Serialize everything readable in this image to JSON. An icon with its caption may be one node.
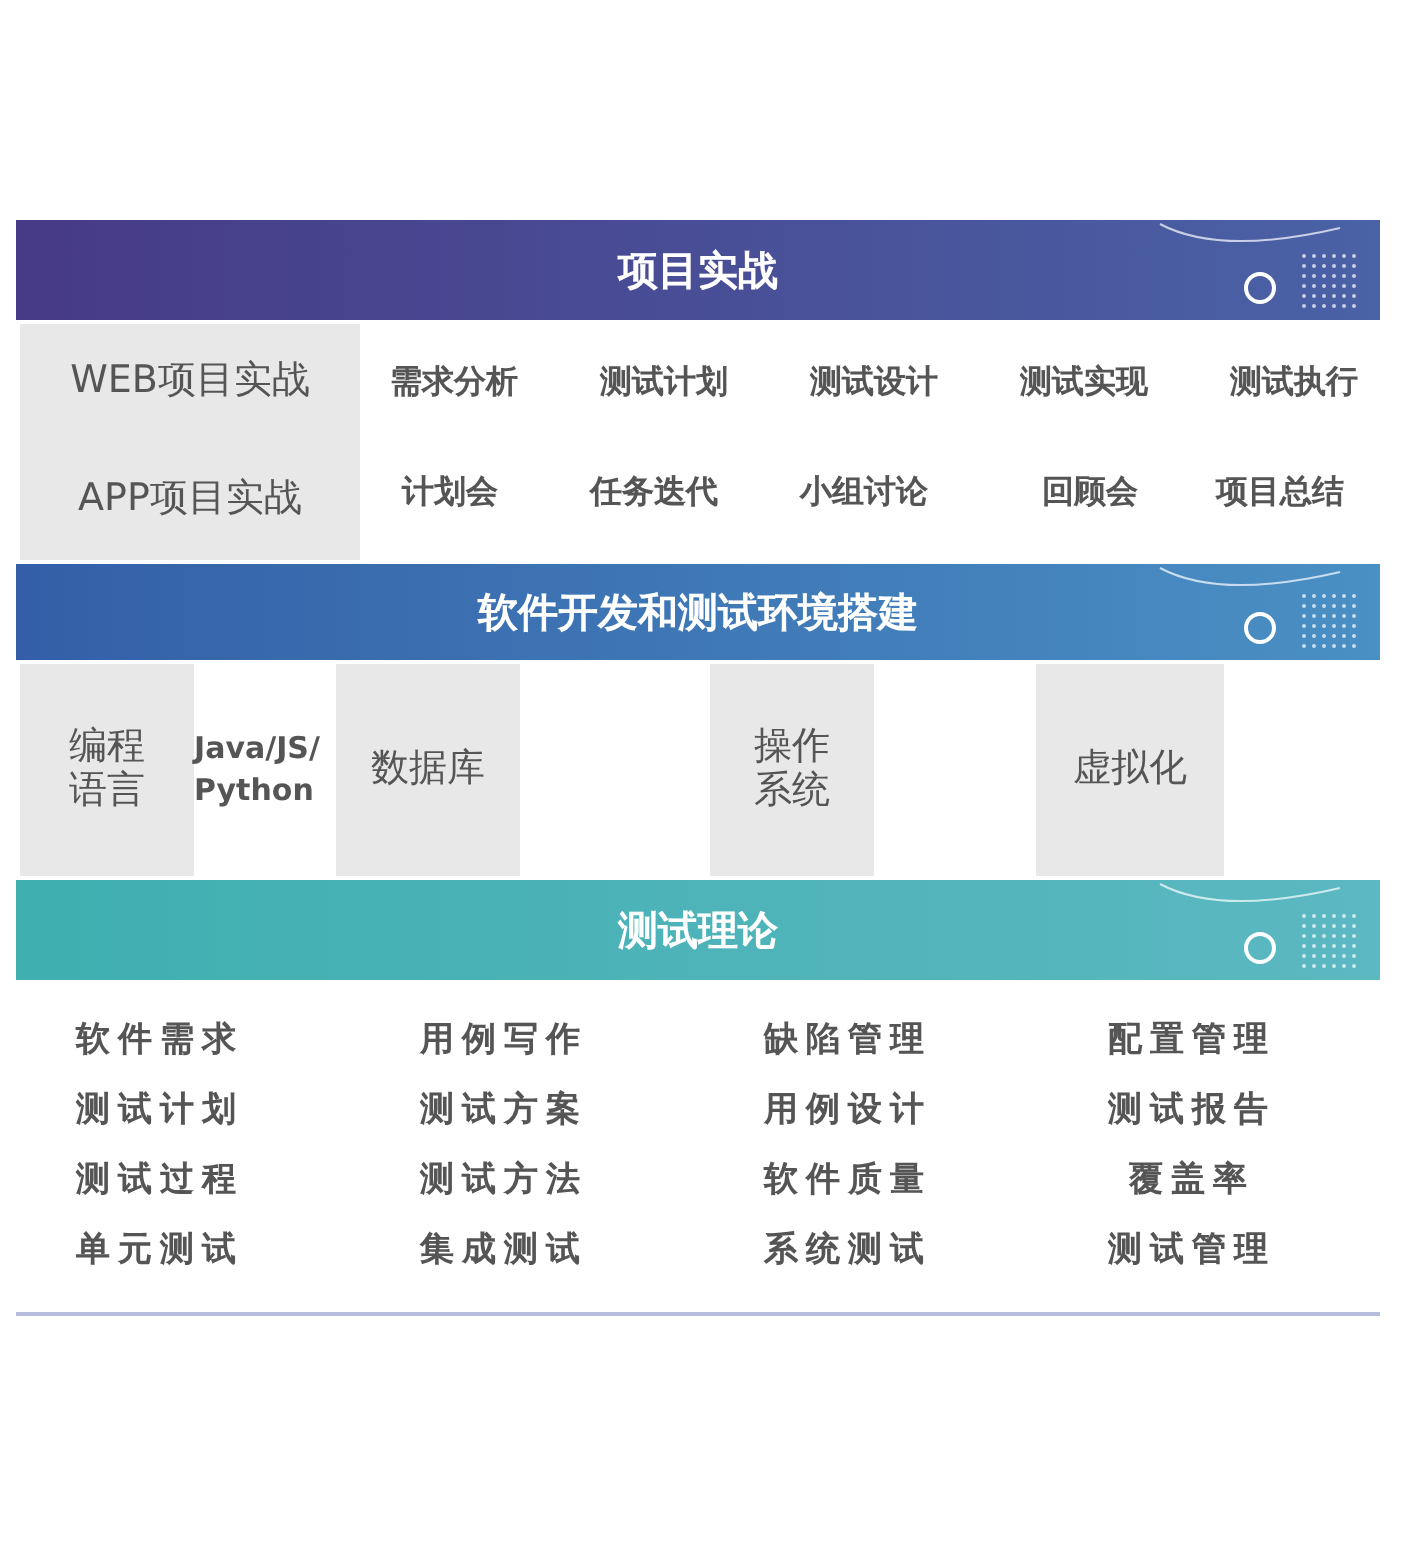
{
  "diagram": {
    "nodes": [
      {
        "text": [
          "项目实战"
        ]
      },
      {
        "text": [
          "WEB项目实战"
        ]
      },
      {
        "text": [
          "APP项目实战"
        ]
      },
      {
        "text": [
          "软件开发和测试环境搭建"
        ]
      },
      {
        "text": [
          "编程语言"
        ]
      },
      {
        "text": [
          "数据库"
        ]
      },
      {
        "text": [
          "操作系统"
        ]
      },
      {
        "text": [
          "虚拟化"
        ]
      },
      {
        "text": [
          "测试理论"
        ]
      }
    ],
    "edges": [],
    "labels": [
      "需求分析",
      "测试计划",
      "测试设计",
      "测试实现",
      "测试执行",
      "计划会",
      "任务迭代",
      "小组讨论",
      "回顾会",
      "项目总结",
      "Java/JS/Python",
      "软件需求",
      "用例写作",
      "缺陷管理",
      "配置管理",
      "测试计划",
      "测试方案",
      "用例设计",
      "测试报告",
      "测试过程",
      "测试方法",
      "软件质量",
      "覆盖率",
      "单元测试",
      "集成测试",
      "系统测试",
      "测试管理"
    ]
  }
}
